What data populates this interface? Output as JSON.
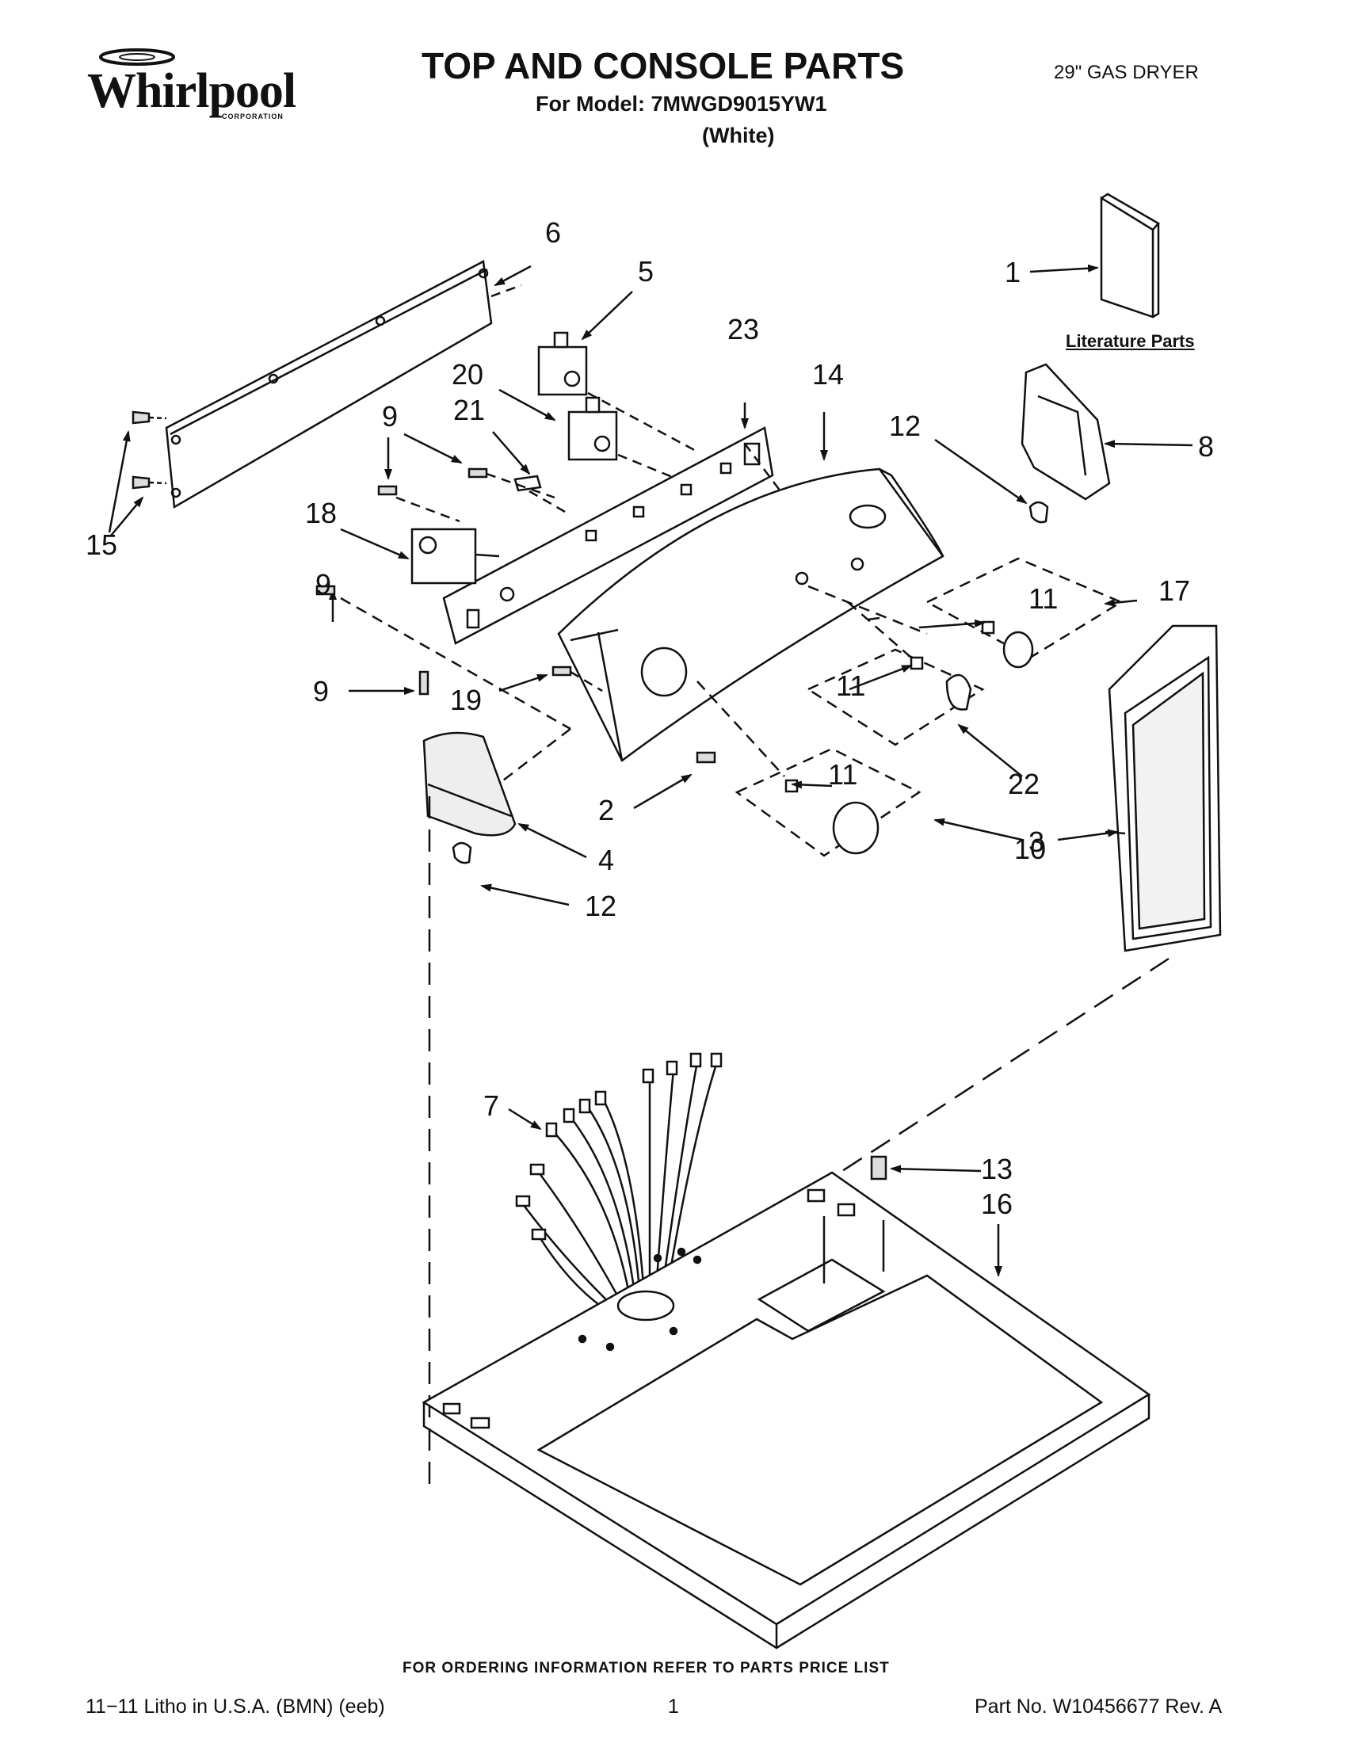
{
  "header": {
    "logo_text": "Whirlpool",
    "logo_sub": "CORPORATION",
    "title": "TOP AND CONSOLE PARTS",
    "model_line": "For Model: 7MWGD9015YW1",
    "color_line": "(White)",
    "product": "29\" GAS DRYER"
  },
  "diagram": {
    "literature_label": "Literature Parts",
    "callouts": [
      {
        "id": "c1",
        "label": "1"
      },
      {
        "id": "c2",
        "label": "2"
      },
      {
        "id": "c3",
        "label": "3"
      },
      {
        "id": "c4",
        "label": "4"
      },
      {
        "id": "c5",
        "label": "5"
      },
      {
        "id": "c6",
        "label": "6"
      },
      {
        "id": "c7",
        "label": "7"
      },
      {
        "id": "c8",
        "label": "8"
      },
      {
        "id": "c9a",
        "label": "9"
      },
      {
        "id": "c9b",
        "label": "9"
      },
      {
        "id": "c9c",
        "label": "9"
      },
      {
        "id": "c10",
        "label": "10"
      },
      {
        "id": "c11a",
        "label": "11"
      },
      {
        "id": "c11b",
        "label": "11"
      },
      {
        "id": "c11c",
        "label": "11"
      },
      {
        "id": "c12a",
        "label": "12"
      },
      {
        "id": "c12b",
        "label": "12"
      },
      {
        "id": "c13",
        "label": "13"
      },
      {
        "id": "c14",
        "label": "14"
      },
      {
        "id": "c15",
        "label": "15"
      },
      {
        "id": "c16",
        "label": "16"
      },
      {
        "id": "c17",
        "label": "17"
      },
      {
        "id": "c18",
        "label": "18"
      },
      {
        "id": "c19",
        "label": "19"
      },
      {
        "id": "c20",
        "label": "20"
      },
      {
        "id": "c21",
        "label": "21"
      },
      {
        "id": "c22",
        "label": "22"
      },
      {
        "id": "c23",
        "label": "23"
      }
    ]
  },
  "footer": {
    "ordering_note": "FOR ORDERING INFORMATION REFER TO PARTS PRICE LIST",
    "litho": "11−11 Litho in U.S.A. (BMN) (eeb)",
    "page": "1",
    "part_no": "Part No. W10456677 Rev. A"
  }
}
